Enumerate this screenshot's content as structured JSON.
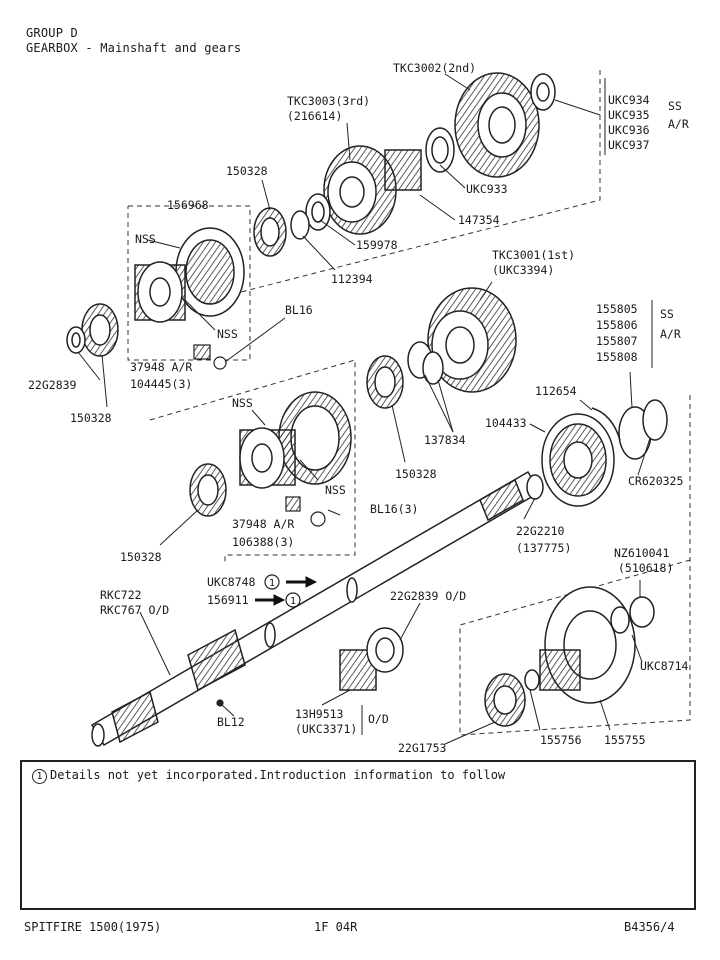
{
  "header": {
    "group": "GROUP D",
    "title": "GEARBOX - Mainshaft and gears"
  },
  "parts": {
    "tkc3002": "TKC3002(2nd)",
    "ukc934": "UKC934",
    "ukc935": "UKC935",
    "ukc936": "UKC936",
    "ukc937": "UKC937",
    "ss1": "SS",
    "ar1": "A/R",
    "tkc3003": "TKC3003(3rd)",
    "p216614": "(216614)",
    "ukc933": "UKC933",
    "p150328a": "150328",
    "p156968": "156968",
    "p147354": "147354",
    "nss1": "NSS",
    "p159978": "159978",
    "p112394": "112394",
    "nss2": "NSS",
    "bl16a": "BL16",
    "p37948a": "37948 A/R",
    "p104445": "104445(3)",
    "p22g2839a": "22G2839",
    "p150328b": "150328",
    "tkc3001": "TKC3001(1st)",
    "ukc3394": "(UKC3394)",
    "p155805": "155805",
    "p155806": "155806",
    "p155807": "155807",
    "p155808": "155808",
    "ss2": "SS",
    "ar2": "A/R",
    "p112654": "112654",
    "p104433": "104433",
    "p137834": "137834",
    "nss3": "NSS",
    "p150328c": "150328",
    "nss4": "NSS",
    "cr620325": "CR620325",
    "p37948b": "37948 A/R",
    "bl16b": "BL16(3)",
    "p106388": "106388(3)",
    "p150328d": "150328",
    "p22g2210": "22G2210",
    "p137775": "(137775)",
    "ukc8748": "UKC8748",
    "p156911": "156911",
    "rkc722": "RKC722",
    "rkc767": "RKC767 O/D",
    "p22g2839od": "22G2839 O/D",
    "nz610041": "NZ610041",
    "p510618": "(510618)",
    "ukc8714": "UKC8714",
    "bl12": "BL12",
    "p13h9513": "13H9513",
    "ukc3371": "(UKC3371)",
    "od": "O/D",
    "p155756": "155756",
    "p155755": "155755",
    "p22g1753": "22G1753"
  },
  "callout": "1",
  "note": {
    "marker": "1",
    "text": "Details not yet incorporated.Introduction information to follow"
  },
  "footer": {
    "model": "SPITFIRE 1500(1975)",
    "code": "1F 04R",
    "ref": "B4356/4"
  }
}
